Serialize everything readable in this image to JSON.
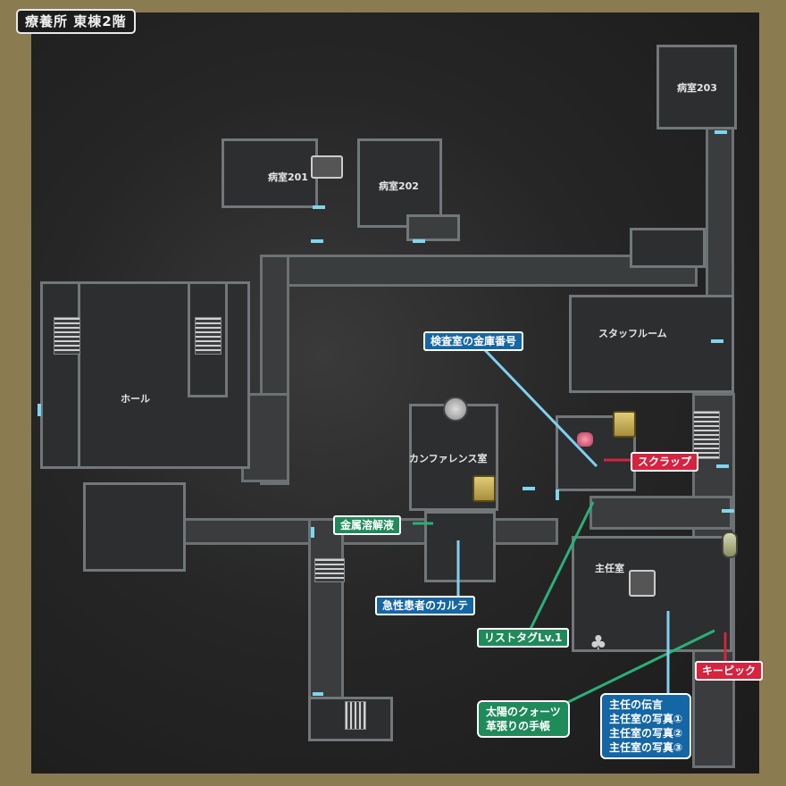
{
  "title": "療養所 東棟2階",
  "rooms": {
    "r201": "病室201",
    "r202": "病室202",
    "r203": "病室203",
    "staff": "スタッフルーム",
    "hall": "ホール",
    "conf": "カンファレンス室",
    "chief": "主任室"
  },
  "callouts": {
    "exam_safe": "検査室の金庫番号",
    "scrap": "スクラップ",
    "metal_solvent": "金属溶解液",
    "acute_chart": "急性患者のカルテ",
    "wrist_tag": "リストタグLv.1",
    "keypick": "キーピック",
    "sun_quartz": [
      "太陽のクォーツ",
      "革張りの手帳"
    ],
    "chief_items": [
      "主任の伝言",
      "主任室の写真①",
      "主任室の写真②",
      "主任室の写真③"
    ]
  },
  "colors": {
    "blue": "#1566a5",
    "green": "#1f8a5a",
    "red": "#d52340",
    "frame": "#8b7b50"
  },
  "icons": [
    "jar-icon",
    "clock-icon",
    "safe-icon",
    "tank-icon",
    "lamp-icon",
    "tree-icon",
    "bed-icon"
  ]
}
